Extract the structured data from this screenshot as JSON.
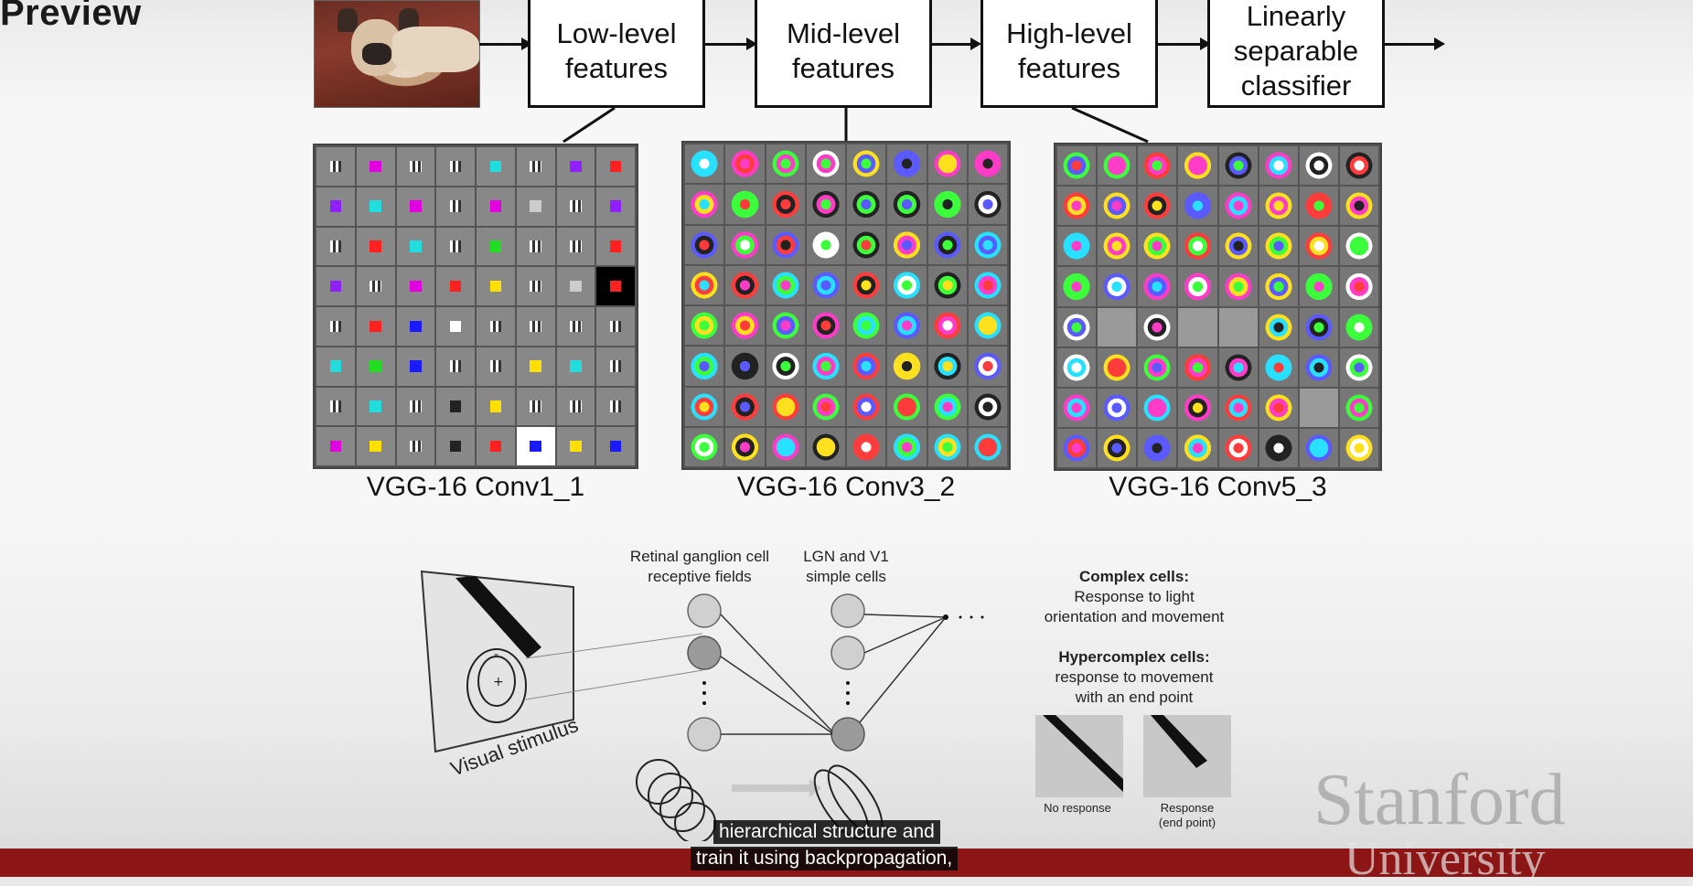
{
  "slide": {
    "title": "Preview",
    "pipeline": [
      {
        "label": "Low-level\nfeatures"
      },
      {
        "label": "Mid-level\nfeatures"
      },
      {
        "label": "High-level\nfeatures"
      },
      {
        "label": "Linearly\nseparable\nclassifier"
      }
    ],
    "grids": [
      {
        "label": "VGG-16 Conv1_1"
      },
      {
        "label": "VGG-16 Conv3_2"
      },
      {
        "label": "VGG-16 Conv5_3"
      }
    ],
    "neuro": {
      "retinal_label": "Retinal ganglion cell\nreceptive fields",
      "lgn_label": "LGN and V1\nsimple cells",
      "stimulus_label": "Visual stimulus",
      "complex_title": "Complex cells:",
      "complex_desc": "Response to light\norientation and movement",
      "hyper_title": "Hypercomplex cells:",
      "hyper_desc": "response to movement\nwith an end point",
      "no_response": "No response",
      "response": "Response\n(end point)"
    },
    "watermark": {
      "line1": "Stanford",
      "line2": "University"
    }
  },
  "captions": {
    "line1": "hierarchical structure and",
    "line2": "train it using backpropagation,"
  }
}
